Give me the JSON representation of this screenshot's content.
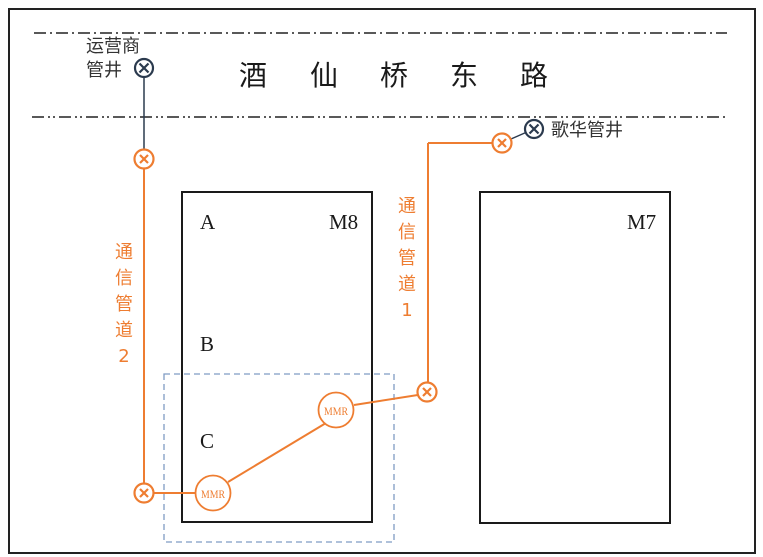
{
  "colors": {
    "orange": "#ee7d31",
    "navy": "#2b3a4e",
    "black": "#1a1a1a",
    "dashed_blue": "#7f9cc4",
    "frame": "#222222"
  },
  "road": {
    "name_chars": [
      "酒",
      "仙",
      "桥",
      "东",
      "路"
    ]
  },
  "manholes": {
    "operator": {
      "label_line1": "运营商",
      "label_line2": "管井",
      "icon": "x-circle-icon"
    },
    "gehua": {
      "label": "歌华管井",
      "icon": "x-circle-icon"
    }
  },
  "buildings": {
    "m8": {
      "label": "M8",
      "zones": [
        "A",
        "B",
        "C"
      ]
    },
    "m7": {
      "label": "M7"
    }
  },
  "conduits": {
    "conduit1": {
      "label_chars": [
        "通",
        "信",
        "管",
        "道",
        "1"
      ]
    },
    "conduit2": {
      "label_chars": [
        "通",
        "信",
        "管",
        "道",
        "2"
      ]
    }
  },
  "mmr": {
    "upper": {
      "label": "MMR"
    },
    "lower": {
      "label": "MMR"
    }
  }
}
